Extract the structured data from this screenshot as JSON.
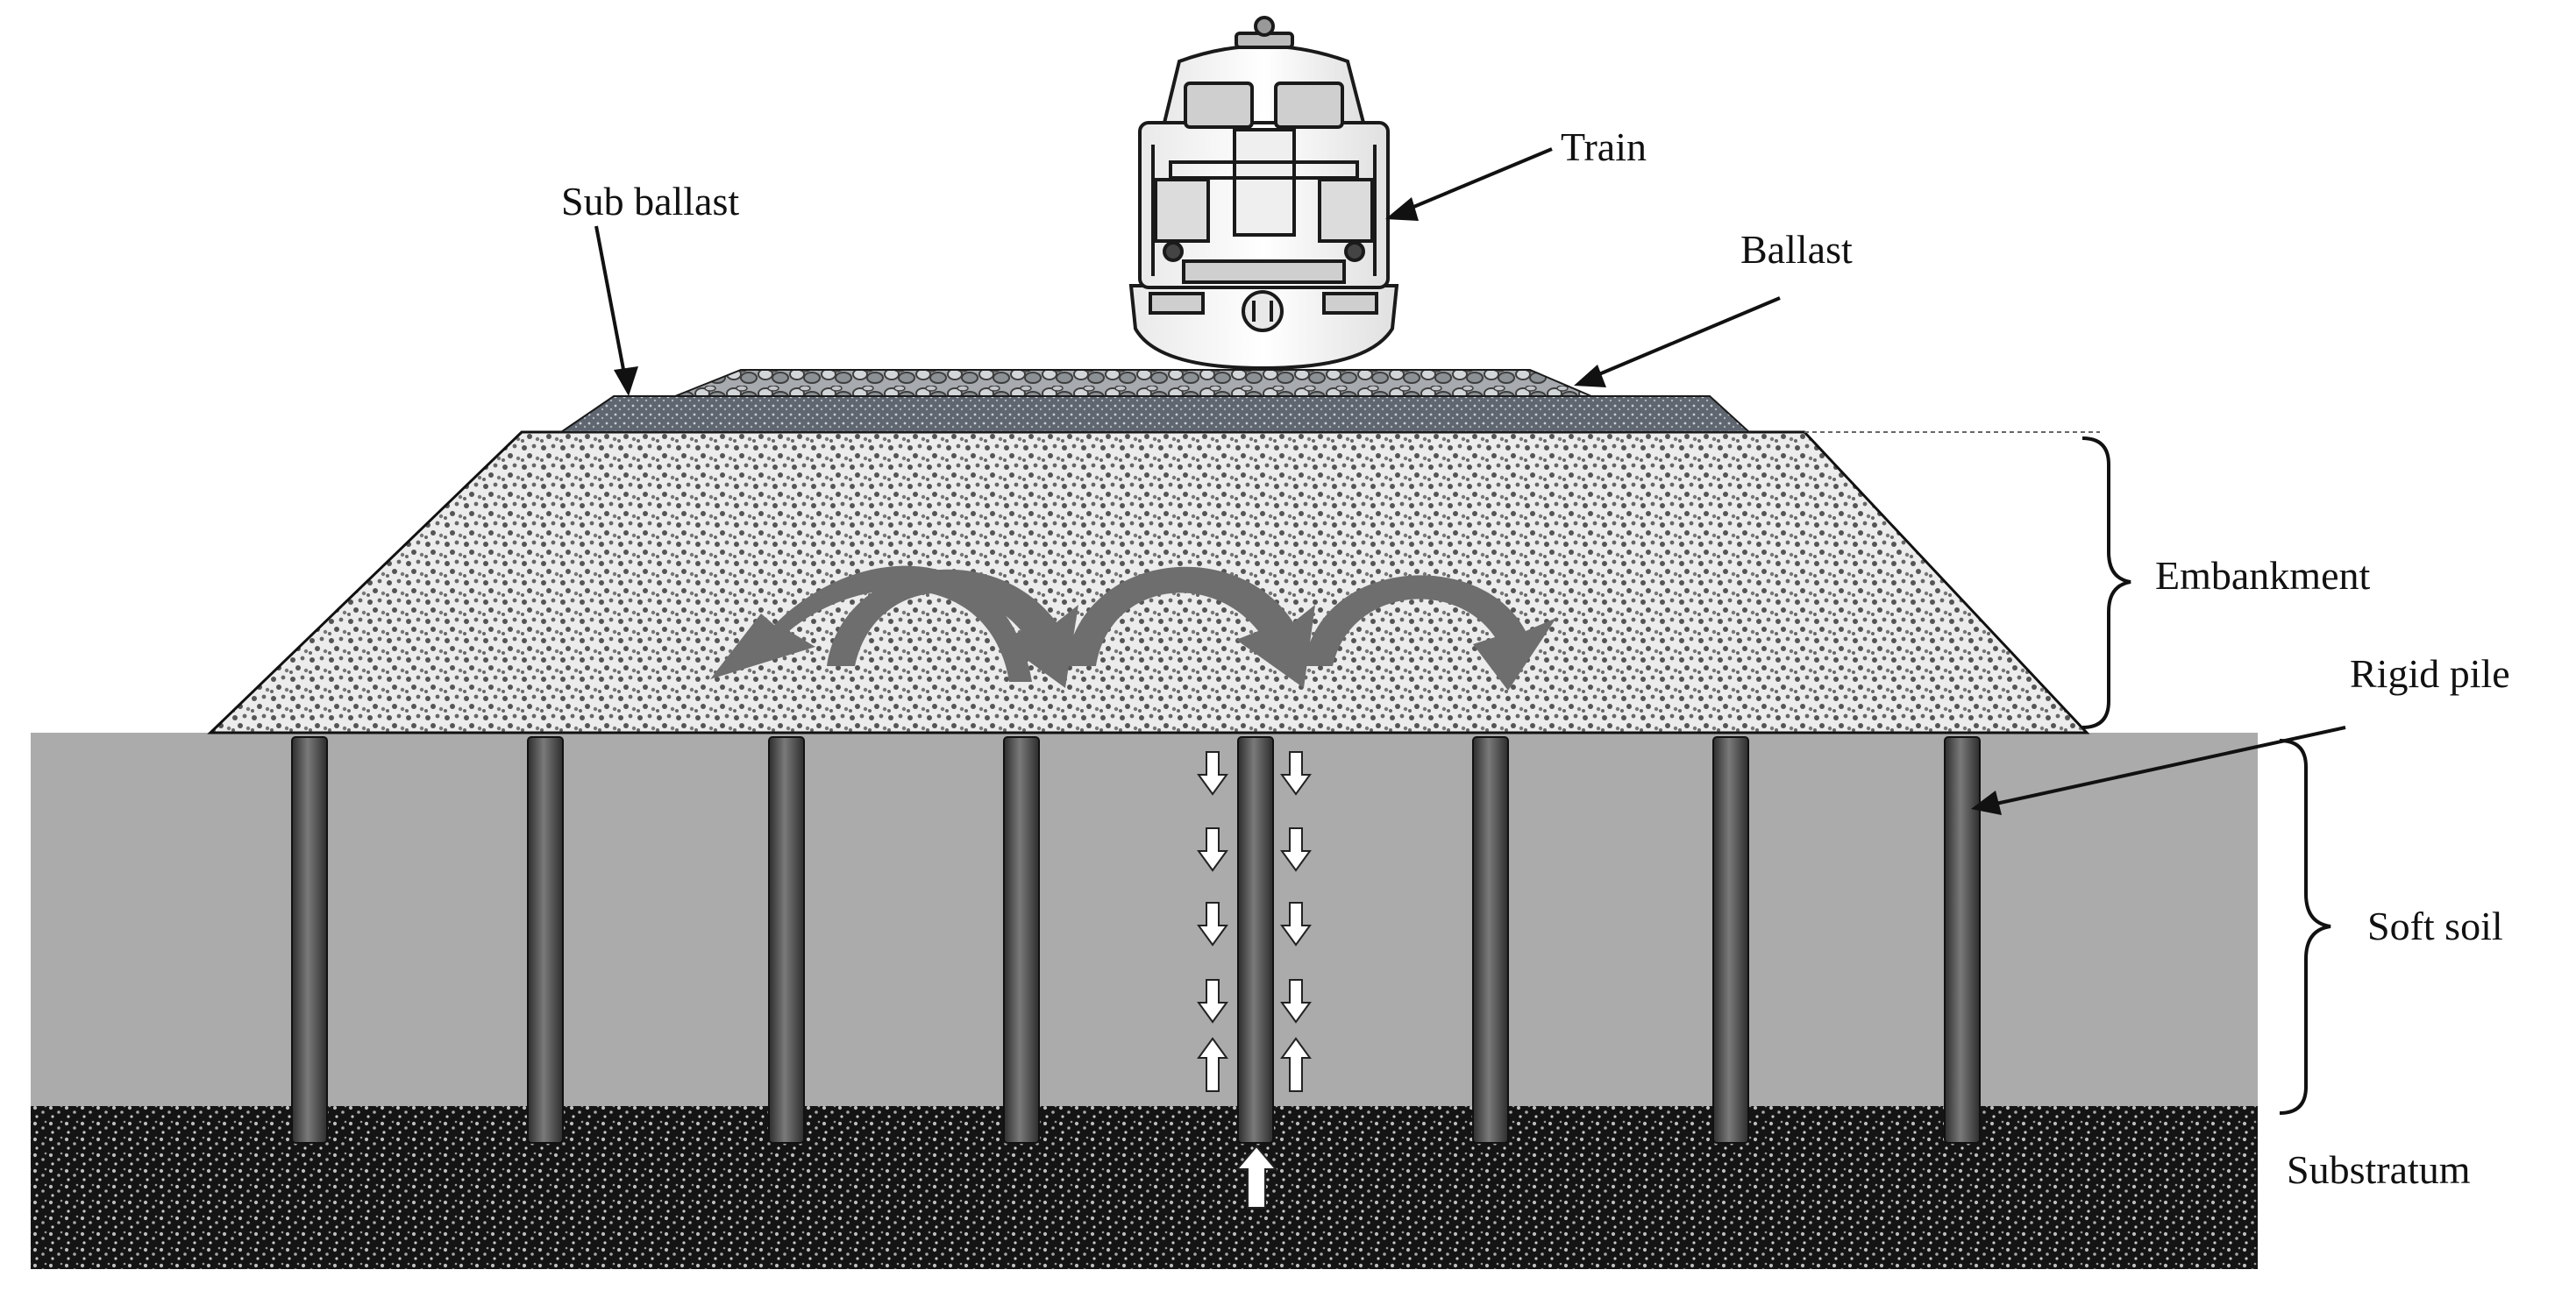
{
  "labels": {
    "train": "Train",
    "sub_ballast": "Sub ballast",
    "ballast": "Ballast",
    "embankment": "Embankment",
    "rigid_pile": "Rigid pile",
    "soft_soil": "Soft soil",
    "substratum": "Substratum"
  },
  "colors": {
    "soft_soil": "#ababab",
    "substratum": "#141414",
    "embankment": "#ececec",
    "pile": "#5a5a5a",
    "arching_arrows": "#6e6e6e",
    "sub_ballast": "#5f6670",
    "ballast": "#9ba0a5"
  },
  "diagram": {
    "pile_count": 8,
    "arching_arrow_count": 4
  }
}
